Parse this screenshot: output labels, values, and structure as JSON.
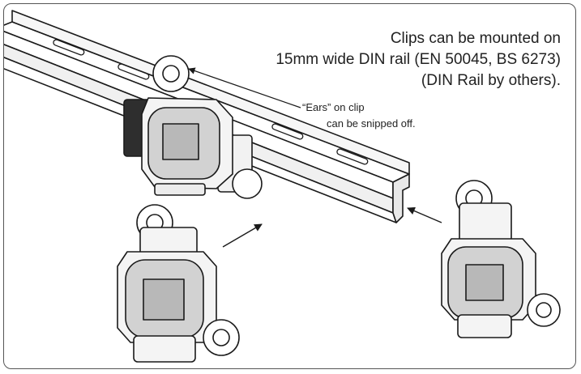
{
  "caption": {
    "line1": "Clips can be mounted on",
    "line2": "15mm wide DIN rail (EN 50045, BS 6273)",
    "line3": "(DIN Rail by others)."
  },
  "ears_note": {
    "line1": "“Ears” on clip",
    "line2": "can be snipped off."
  },
  "colors": {
    "line": "#1a1a1a",
    "face": "#d0d0d0",
    "window": "#b8b8b8",
    "body": "#f4f4f4",
    "dark": "#3a3a3a"
  }
}
